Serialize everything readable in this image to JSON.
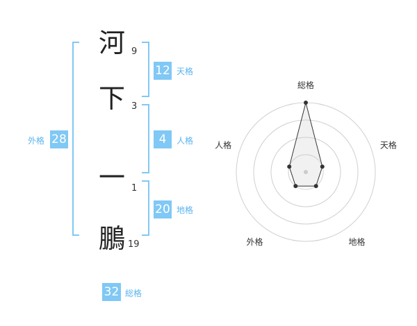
{
  "name_chars": [
    {
      "char": "河",
      "strokes": "9"
    },
    {
      "char": "下",
      "strokes": "3"
    },
    {
      "char": "一",
      "strokes": "1"
    },
    {
      "char": "鵬",
      "strokes": "19"
    }
  ],
  "fortunes": {
    "tenkaku": {
      "value": "12",
      "label": "天格"
    },
    "jinkaku": {
      "value": "4",
      "label": "人格"
    },
    "chikaku": {
      "value": "20",
      "label": "地格"
    },
    "gaikaku": {
      "value": "28",
      "label": "外格"
    },
    "soukaku": {
      "value": "32",
      "label": "総格"
    }
  },
  "radar": {
    "axes": [
      "総格",
      "天格",
      "地格",
      "外格",
      "人格"
    ],
    "values": [
      4,
      1,
      1,
      1,
      1
    ],
    "max": 4,
    "rings": 4
  },
  "colors": {
    "accent": "#80c8f5",
    "label": "#5bb4ee",
    "text": "#222222"
  }
}
